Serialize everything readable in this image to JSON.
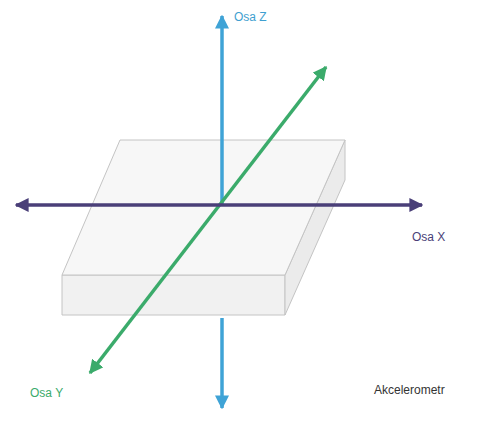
{
  "diagram": {
    "labels": [
      "Osa Z",
      "Osa X",
      "Osa Y",
      "Akcelerometr"
    ]
  }
}
